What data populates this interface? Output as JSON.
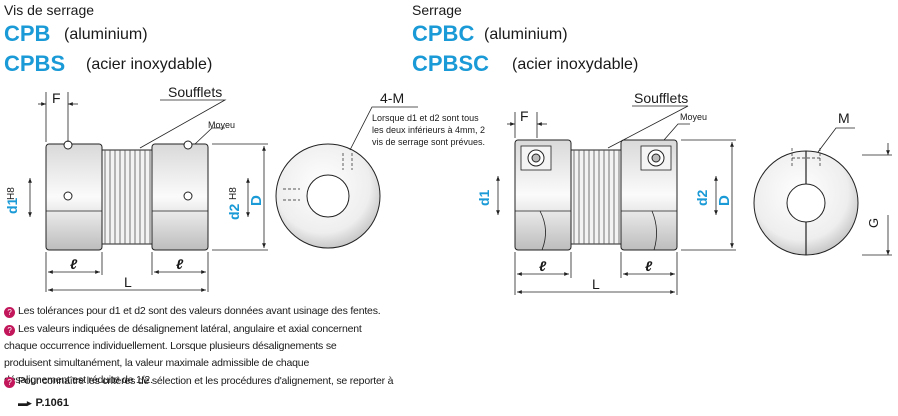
{
  "left": {
    "heading": "Vis de serrage",
    "code1": "CPB",
    "mat1": "(aluminium)",
    "code2": "CPBS",
    "mat2": "(acier inoxydable)",
    "label_F": "F",
    "label_soufflets": "Soufflets",
    "label_moyeu": "Moyeu",
    "label_d1": "d1",
    "label_d1_tol": "H8",
    "label_d2": "d2",
    "label_d2_tol": "H8",
    "label_D": "D",
    "label_l_left": "ℓ",
    "label_l_right": "ℓ",
    "label_L": "L",
    "label_4M": "4-M",
    "note_screws": "Lorsque d1 et d2 sont tous les deux inférieurs à 4mm, 2 vis de serrage sont prévues."
  },
  "right": {
    "heading": "Serrage",
    "code1": "CPBC",
    "mat1": "(aluminium)",
    "code2": "CPBSC",
    "mat2": "(acier inoxydable)",
    "label_F": "F",
    "label_soufflets": "Soufflets",
    "label_moyeu": "Moyeu",
    "label_d1": "d1",
    "label_d2": "d2",
    "label_D": "D",
    "label_l_left": "ℓ",
    "label_l_right": "ℓ",
    "label_L": "L",
    "label_M": "M",
    "label_G": "G"
  },
  "notes": [
    "Les tolérances pour d1 et d2 sont des valeurs données avant usinage des fentes.",
    "Les valeurs indiquées de désalignement latéral, angulaire et axial concernent chaque occurrence individuellement. Lorsque plusieurs désalignements se produisent simultanément, la valeur maximale admissible de chaque désalignement est réduite de 1/2.",
    "Pour connaître les critères de sélection et les procédures d'alignement, se reporter à"
  ],
  "page_ref": "P.1061",
  "colors": {
    "accent": "#1a9ad6",
    "note_icon": "#c2185b",
    "line": "#222222"
  }
}
